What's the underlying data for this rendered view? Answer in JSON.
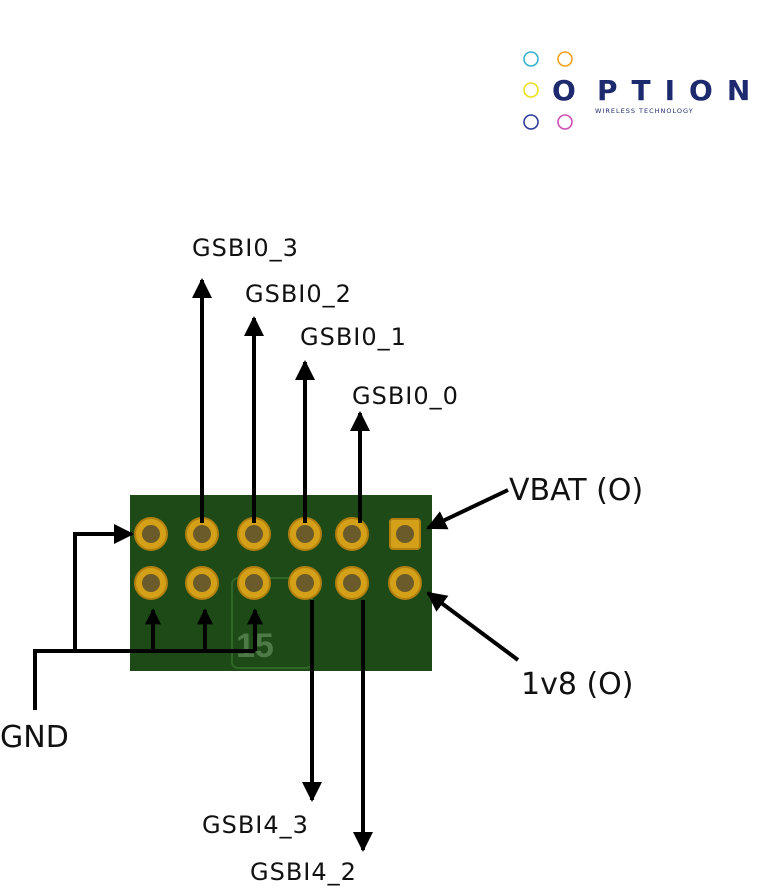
{
  "logo": {
    "word": "PTION",
    "letter_o": "O",
    "tagline": "WIRELESS TECHNOLOGY",
    "colors": [
      "#33b5c9",
      "#f3a21b",
      "#e8e11a",
      "#1d2a6e",
      "#2f3e9e",
      "#d04fb5"
    ]
  },
  "pcb": {
    "silkscreen": "15",
    "color": "#1d4a16"
  },
  "labels": {
    "gsbi0_3": "GSBI0_3",
    "gsbi0_2": "GSBI0_2",
    "gsbi0_1": "GSBI0_1",
    "gsbi0_0": "GSBI0_0",
    "vbat": "VBAT (O)",
    "v1v8": "1v8 (O)",
    "gnd": "GND",
    "gsbi4_3": "GSBI4_3",
    "gsbi4_2": "GSBI4_2"
  }
}
